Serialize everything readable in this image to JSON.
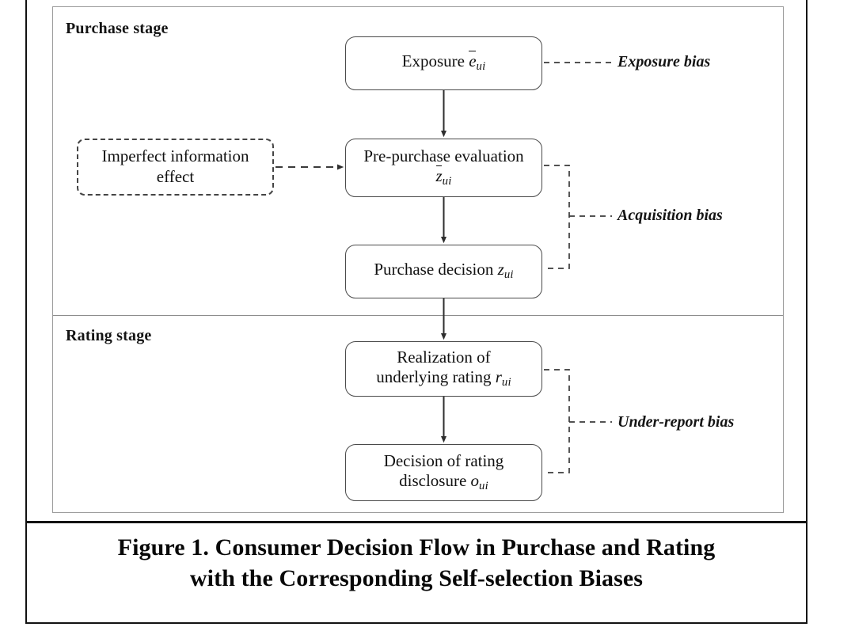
{
  "figure": {
    "caption_line_1": "Figure 1. Consumer Decision Flow in Purchase and Rating",
    "caption_line_2": "with the Corresponding Self-selection Biases"
  },
  "stages": {
    "purchase_label": "Purchase stage",
    "rating_label": "Rating stage"
  },
  "nodes": {
    "exposure": {
      "text": "Exposure",
      "symbol_base": "e",
      "symbol_sub": "ui",
      "style": "solid"
    },
    "prepurchase": {
      "line1": "Pre-purchase evaluation",
      "symbol_base": "z",
      "symbol_sub": "ui",
      "style": "solid"
    },
    "purchase_decision": {
      "text": "Purchase decision",
      "symbol_base": "z",
      "symbol_sub": "ui",
      "style": "solid"
    },
    "realization": {
      "line1": "Realization of",
      "line2": "underlying rating",
      "symbol_base": "r",
      "symbol_sub": "ui",
      "style": "solid"
    },
    "disclosure": {
      "line1": "Decision of rating",
      "line2": "disclosure",
      "symbol_base": "o",
      "symbol_sub": "ui",
      "style": "solid"
    },
    "imperfect_information": {
      "line1": "Imperfect information",
      "line2": "effect",
      "style": "dashed"
    }
  },
  "bias_annotations": [
    {
      "id": "exposure-bias",
      "label": "Exposure bias"
    },
    {
      "id": "acquisition-bias",
      "label": "Acquisition bias"
    },
    {
      "id": "under-report-bias",
      "label": "Under-report bias"
    }
  ],
  "colors": {
    "outer_border": "#111111",
    "panel_border": "#9a9a9a",
    "node_border": "#4a4a4a",
    "connector": "#333333",
    "text": "#111111",
    "background": "#ffffff"
  }
}
